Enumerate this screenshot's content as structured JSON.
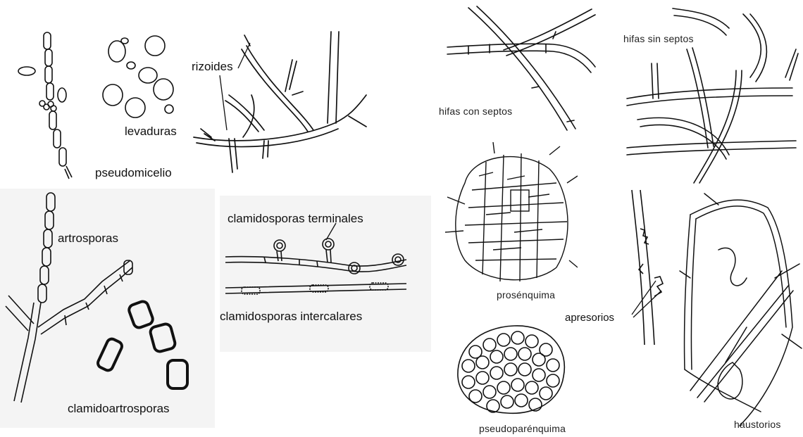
{
  "labels": {
    "pseudomicelio": "pseudomicelio",
    "levaduras": "levaduras",
    "rizoides": "rizoides",
    "artrosporas": "artrosporas",
    "clamidosporas_terminales": "clamidosporas terminales",
    "clamidosporas_intercalares": "clamidosporas intercalares",
    "clamidoartrosporas": "clamidoartrosporas",
    "hifas_con_septos": "hifas con septos",
    "hifas_sin_septos": "hifas sin septos",
    "prosenquima": "prosénquima",
    "apresorios": "apresorios",
    "pseudoparenquima": "pseudoparénquima",
    "haustorios": "haustorios"
  }
}
